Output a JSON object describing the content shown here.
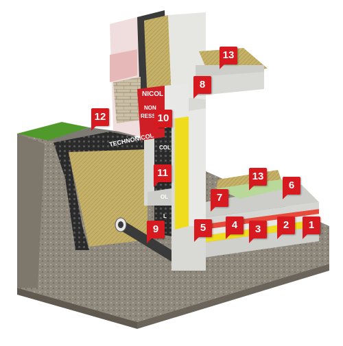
{
  "markers": [
    "13",
    "8",
    "12",
    "10",
    "11",
    "13",
    "6",
    "7",
    "9",
    "5",
    "4",
    "3",
    "2",
    "1"
  ],
  "brand": {
    "technonicol_top": "TECHNONICOL",
    "technonicol_side": "TECHNONICOL",
    "wall_text_1": "NICOL",
    "wall_text_2": "NON",
    "wall_text_3": "RESSION",
    "col_1": "COL",
    "col_2": "OL",
    "col_3": "L"
  },
  "colors": {
    "marker": "#d71920",
    "soil": "#8c8374",
    "mineral_wool": "#c9b46a",
    "concrete": "#d9d9d6",
    "membrane": "#2b2b2b",
    "yellow_layer": "#f0dc1e",
    "grass": "#4f9a2b"
  }
}
